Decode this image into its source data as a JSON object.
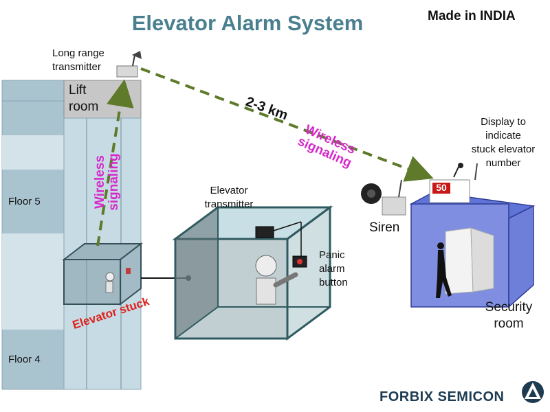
{
  "title": "Elevator Alarm System",
  "made_in": "Made in INDIA",
  "labels": {
    "long_range_transmitter": [
      "Long range",
      "transmitter"
    ],
    "lift_room": [
      "Lift",
      "room"
    ],
    "distance": "2-3 km",
    "wireless_top": [
      "Wireless",
      "signaling"
    ],
    "wireless_shaft": [
      "Wireless",
      "signaling"
    ],
    "display": [
      "Display to",
      "indicate",
      "stuck elevator",
      "number"
    ],
    "floor5": "Floor  5",
    "floor4": "Floor  4",
    "elevator_transmitter": [
      "Elevator",
      "transmitter"
    ],
    "panic_button": [
      "Panic",
      "alarm",
      "button"
    ],
    "siren": "Siren",
    "security_room": [
      "Security",
      "room"
    ],
    "elevator_stuck": "Elevator stuck",
    "display_number": "50"
  },
  "brand": "FORBIX SEMICON",
  "colors": {
    "title": "#4a7f8f",
    "wireless": "#d629c9",
    "stuck": "#e0211b",
    "signal_arrow": "#5e7a2a",
    "security_room": "#7f8ee0",
    "building": "#c7dbe5",
    "brand": "#1d3c52"
  }
}
